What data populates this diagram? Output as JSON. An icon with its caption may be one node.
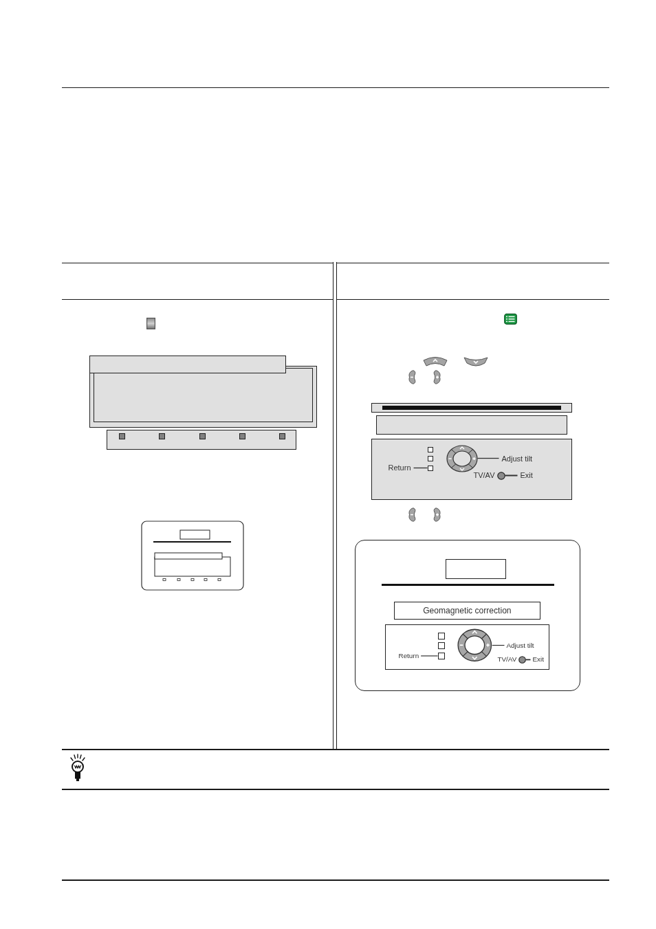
{
  "diagram": {
    "nodes": [
      {
        "text": [],
        "shape": "box"
      },
      {
        "text": [],
        "shape": "box"
      },
      {
        "text": [],
        "shape": "box"
      },
      {
        "text": [
          "Return"
        ],
        "in": 2
      },
      {
        "text": [],
        "shape": "box",
        "in": 2
      },
      {
        "text": [
          "Adjust tilt"
        ],
        "in": 2
      },
      {
        "text": [],
        "shape": "circle",
        "in": 2
      },
      {
        "text": [],
        "shape": "circle",
        "beside": [
          "TV/AV"
        ],
        "in": 2
      },
      {
        "text": [
          "Exit"
        ],
        "in": 2
      },
      {
        "text": [],
        "shape": "box"
      },
      {
        "text": [],
        "shape": "box",
        "in": 9
      },
      {
        "text": [
          "Geomagnetic correction"
        ],
        "in": 9
      },
      {
        "text": [],
        "shape": "box",
        "in": 9
      },
      {
        "text": [
          "Return"
        ],
        "in": 12
      },
      {
        "text": [],
        "shape": "box",
        "in": 12
      },
      {
        "text": [
          "Adjust tilt"
        ],
        "in": 12
      },
      {
        "text": [],
        "shape": "circle",
        "in": 12
      },
      {
        "text": [],
        "shape": "circle",
        "beside": [
          "TV/AV"
        ],
        "in": 12
      },
      {
        "text": [
          "Exit"
        ],
        "in": 12
      }
    ],
    "edges": [
      {
        "from": 3,
        "to": 4,
        "arrow": "none"
      },
      {
        "from": 5,
        "to": 6,
        "arrow": "none"
      },
      {
        "from": 8,
        "to": 7,
        "arrow": "none"
      },
      {
        "from": 13,
        "to": 14,
        "arrow": "none"
      },
      {
        "from": 15,
        "to": 16,
        "arrow": "none"
      },
      {
        "from": 18,
        "to": 17,
        "arrow": "none"
      }
    ]
  }
}
